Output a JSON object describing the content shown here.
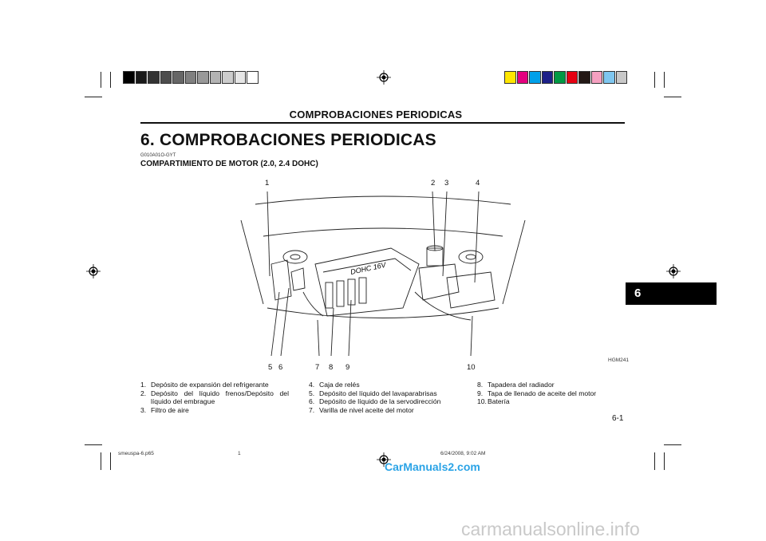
{
  "header": {
    "running_title": "COMPROBACIONES PERIODICAS"
  },
  "main": {
    "title": "6. COMPROBACIONES  PERIODICAS",
    "doc_code": "G010A01O-GYT",
    "subtitle": "COMPARTIMIENTO DE MOTOR (2.0, 2.4 DOHC)"
  },
  "figure": {
    "code": "HGM241",
    "engine_text": "DOHC 16V",
    "callouts_top": [
      "1",
      "2",
      "3",
      "4"
    ],
    "callouts_bottom": [
      "5",
      "6",
      "7",
      "8",
      "9",
      "10"
    ]
  },
  "legend": {
    "col1": [
      {
        "num": "1.",
        "text": "Depósito de expansión del refrigerante"
      },
      {
        "num": "2.",
        "text": "Depósito  del  líquido  frenos/Depósito  del líquido del embrague"
      },
      {
        "num": "3.",
        "text": "Filtro de aire"
      }
    ],
    "col2": [
      {
        "num": "4.",
        "text": "Caja de relés"
      },
      {
        "num": "5.",
        "text": "Depósito del líquido del lavaparabrisas"
      },
      {
        "num": "6.",
        "text": "Depósito de líquido de la servodirección"
      },
      {
        "num": "7.",
        "text": "Varilla de nivel aceite del motor"
      }
    ],
    "col3": [
      {
        "num": "8.",
        "text": "Tapadera del radiador"
      },
      {
        "num": "9.",
        "text": "Tapa de llenado de aceite del motor"
      },
      {
        "num": "10.",
        "text": "Batería"
      }
    ]
  },
  "side_tab": {
    "label": "6"
  },
  "page_number": "6-1",
  "footer": {
    "file": "smeuspa-6.p65",
    "page": "1",
    "date": "6/24/2008, 9:02 AM"
  },
  "watermarks": {
    "carmanuals": "CarManuals2.com",
    "online": "carmanualsonline.info"
  },
  "colors": {
    "grayscale": [
      "#000000",
      "#1a1a1a",
      "#333333",
      "#4d4d4d",
      "#666666",
      "#808080",
      "#999999",
      "#b3b3b3",
      "#cccccc",
      "#e6e6e6",
      "#ffffff"
    ],
    "process": [
      "#ffe600",
      "#e4007f",
      "#00a0e9",
      "#1d2088",
      "#009944",
      "#e60012",
      "#231815",
      "#f5a0c0",
      "#7fc6ef",
      "#c8c8c8"
    ],
    "tab_bg": "#000000",
    "watermark_blue": "#2aa3e6"
  }
}
